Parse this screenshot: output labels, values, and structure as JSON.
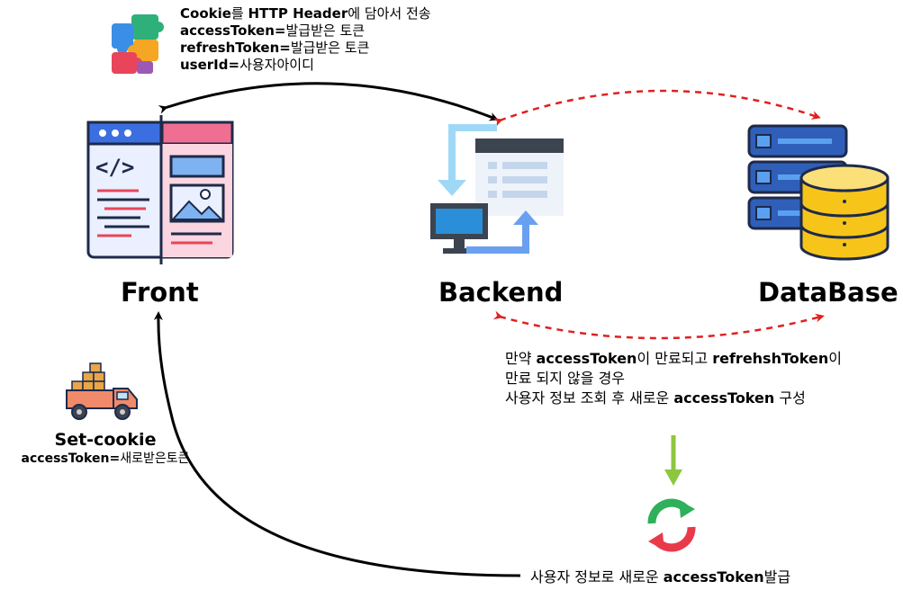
{
  "nodes": {
    "front": "Front",
    "backend": "Backend",
    "database": "DataBase"
  },
  "top_note": {
    "line1_a": "Cookie",
    "line1_b": "를 ",
    "line1_c": "HTTP Header",
    "line1_d": "에 담아서 전송",
    "line2_a": "accessToken=",
    "line2_b": "발급받은 토큰",
    "line3_a": "refreshToken=",
    "line3_b": "발급받은 토큰",
    "line4_a": "userId=",
    "line4_b": "사용자아이디"
  },
  "expire_note": {
    "l1_a": "만약 ",
    "l1_b": "accessToken",
    "l1_c": "이 만료되고 ",
    "l1_d": "refrehshToken",
    "l1_e": "이",
    "l2": "만료 되지 않을 경우",
    "l3_a": "사용자 정보 조회 후 새로운 ",
    "l3_b": "accessToken",
    "l3_c": " 구성"
  },
  "set_cookie": {
    "title": "Set-cookie",
    "line_a": "accessToken=",
    "line_b": "새로받은토큰"
  },
  "bottom_note": {
    "a": "사용자 정보로 새로운 ",
    "b": "accessToken",
    "c": "발급"
  },
  "colors": {
    "black_arrow": "#000000",
    "red_dashed": "#e02020",
    "green_arrow": "#8dc63f"
  },
  "icons": [
    "puzzle-icon",
    "web-page-icon",
    "server-flow-icon",
    "database-icon",
    "delivery-truck-icon",
    "refresh-icon"
  ]
}
